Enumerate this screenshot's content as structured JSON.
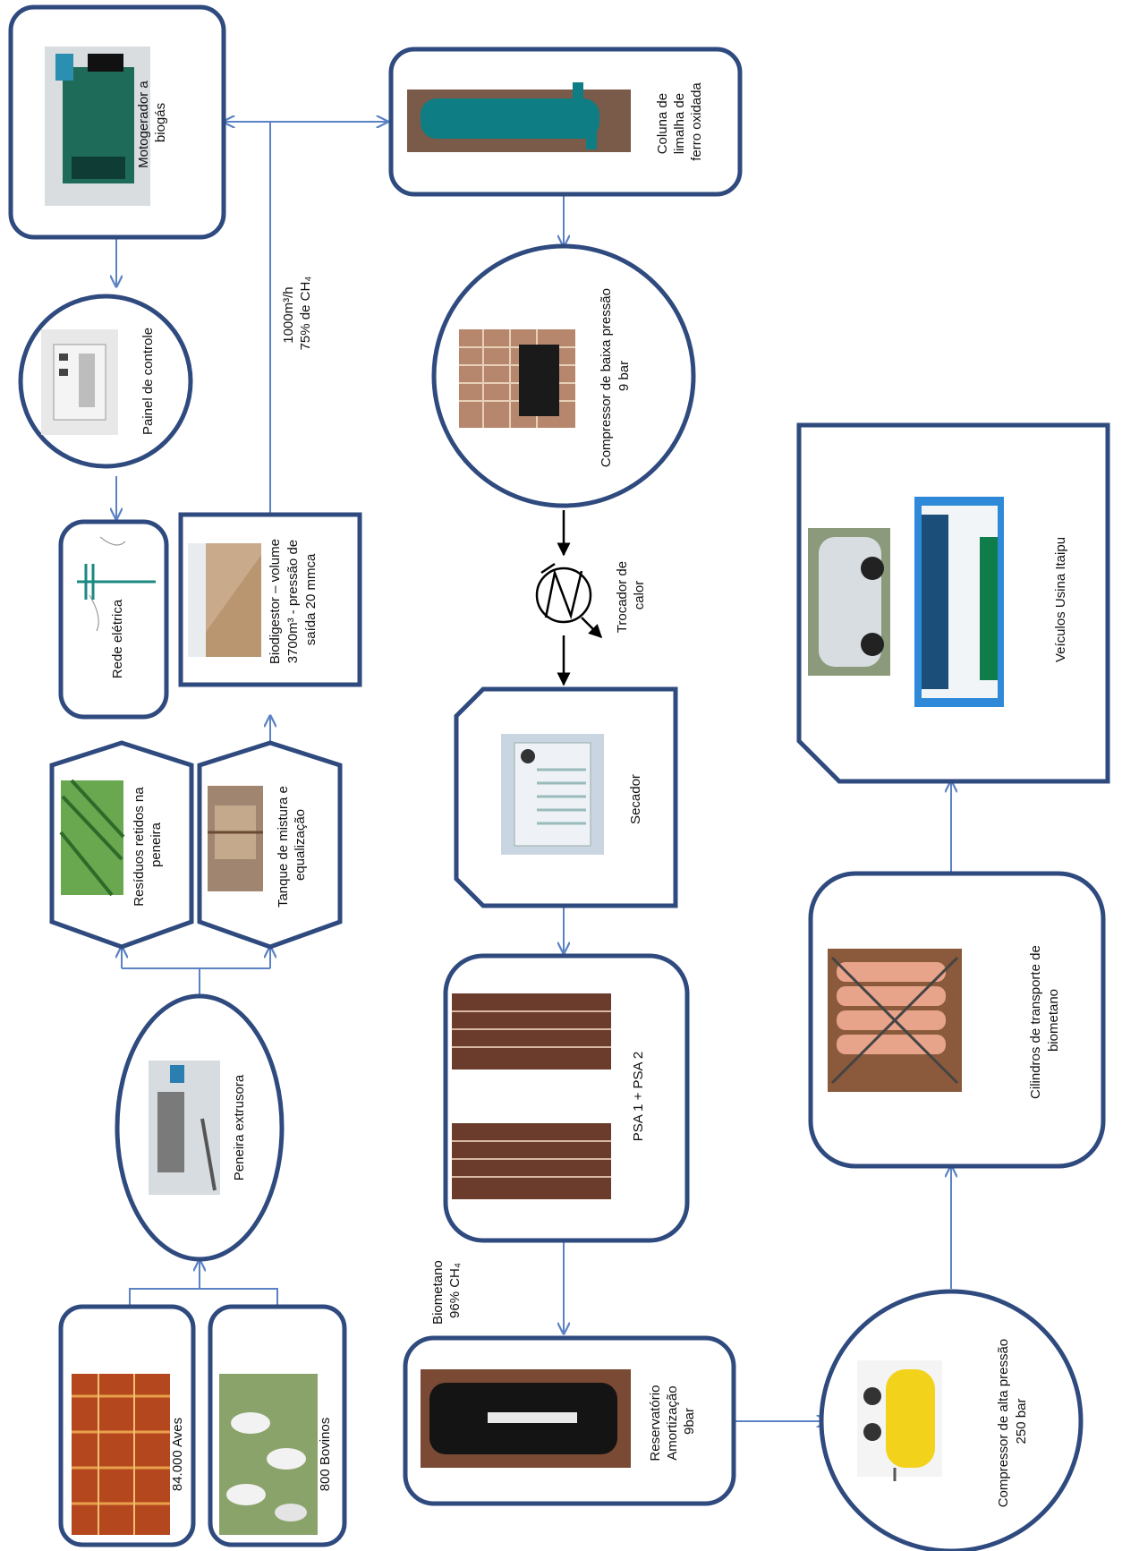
{
  "diagram": {
    "nodes": {
      "motogerador": [
        "Motogerador a",
        "biogás"
      ],
      "painel": [
        "Painel de controle"
      ],
      "rede": [
        "Rede elétrica"
      ],
      "biodigestor": [
        "Biodigestor – volume",
        "3700m³ - pressão de",
        "saída 20 mmca"
      ],
      "residuos": [
        "Resíduos retidos na",
        "peneira"
      ],
      "tanque": [
        "Tanque de mistura e",
        "equalização"
      ],
      "peneira": [
        "Peneira extrusora"
      ],
      "aves": [
        "84.000 Aves"
      ],
      "bovinos": [
        "800 Bovinos"
      ],
      "coluna": [
        "Coluna de",
        "limalha de",
        "ferro oxidada"
      ],
      "compressor_baixa": [
        "Compressor de baixa pressão",
        "9 bar"
      ],
      "trocador": [
        "Trocador de",
        "calor"
      ],
      "secador": [
        "Secador"
      ],
      "psa": [
        "PSA 1 + PSA 2"
      ],
      "reservatorio": [
        "Reservatório",
        "Amortização",
        "9bar"
      ],
      "compressor_alta": [
        "Compressor de alta pressão",
        "250 bar"
      ],
      "cilindros": [
        "Cilindros de transporte de",
        "biometano"
      ],
      "veiculos": [
        "Veículos Usina Itaipu"
      ]
    },
    "flow_label": [
      "1000m³/h",
      "75% de CH₄"
    ],
    "biometano_label": [
      "Biometano",
      "96% CH₄"
    ]
  },
  "colors": {
    "node_border": "#2f4a7e",
    "connector": "#5b82c4",
    "arrow_black": "#000000"
  },
  "icons": [
    "generator-photo-icon",
    "control-panel-photo-icon",
    "power-pole-icon",
    "biodigester-photo-icon",
    "screen-residue-photo-icon",
    "mixing-tank-photo-icon",
    "extruder-screen-photo-icon",
    "poultry-barn-photo-icon",
    "cattle-photo-icon",
    "iron-column-photo-icon",
    "low-pressure-compressor-photo-icon",
    "heat-exchanger-icon",
    "dryer-photo-icon",
    "psa-photo-icon",
    "buffer-tank-photo-icon",
    "high-pressure-compressor-photo-icon",
    "gas-cylinders-photo-icon",
    "car-photo-icon",
    "bus-photo-icon"
  ]
}
